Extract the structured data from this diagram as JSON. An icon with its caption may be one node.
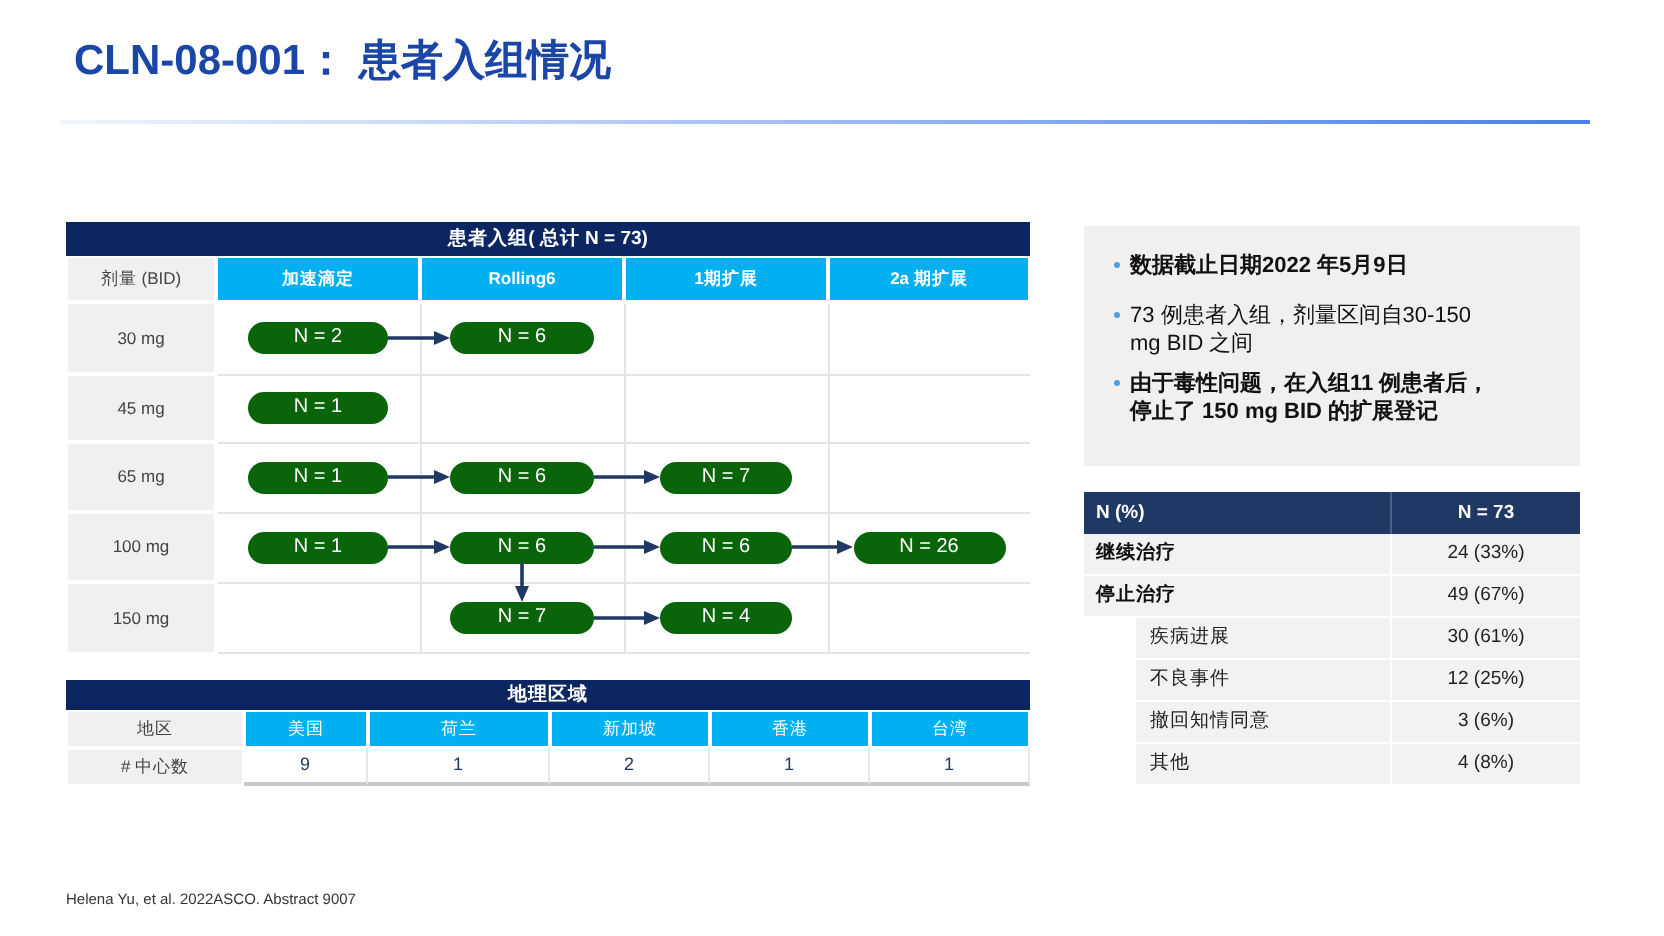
{
  "diagram": {
    "title": "CLN-08-001： 患者入组情况",
    "nodes": [
      {
        "text": [
          "N = 2"
        ]
      },
      {
        "text": [
          "N = 6"
        ]
      },
      {
        "text": [
          "N = 1"
        ]
      },
      {
        "text": [
          "N = 1"
        ]
      },
      {
        "text": [
          "N = 6"
        ]
      },
      {
        "text": [
          "N = 7"
        ]
      },
      {
        "text": [
          "N = 1"
        ]
      },
      {
        "text": [
          "N = 6"
        ]
      },
      {
        "text": [
          "N = 6"
        ]
      },
      {
        "text": [
          "N = 26"
        ]
      },
      {
        "text": [
          "N = 7"
        ]
      },
      {
        "text": [
          "N = 4"
        ]
      },
      {
        "text": [
          "数据截止日期2022 年5月9日",
          "73 例患者入组，剂量区间自30-150 mg BID 之间",
          "由于毒性问题，在入组11 例患者后，停止了 150 mg BID 的扩展登记"
        ]
      }
    ],
    "edges": [
      {
        "from": 0,
        "to": 1,
        "arrow": "to"
      },
      {
        "from": 3,
        "to": 4,
        "arrow": "to"
      },
      {
        "from": 4,
        "to": 5,
        "arrow": "to"
      },
      {
        "from": 6,
        "to": 7,
        "arrow": "to"
      },
      {
        "from": 7,
        "to": 8,
        "arrow": "to"
      },
      {
        "from": 8,
        "to": 9,
        "arrow": "to"
      },
      {
        "from": 7,
        "to": 10,
        "arrow": "to"
      },
      {
        "from": 10,
        "to": 11,
        "arrow": "to"
      }
    ],
    "labels": [
      "患者入组( 总计 N = 73)",
      "剂量 (BID)",
      "加速滴定",
      "Rolling6",
      "1期扩展",
      "2a 期扩展",
      "30 mg",
      "45 mg",
      "65 mg",
      "100 mg",
      "150 mg",
      "地理区域",
      "地区",
      "美国",
      "荷兰",
      "新加坡",
      "香港",
      "台湾",
      "# 中心数",
      "9",
      "1",
      "2",
      "1",
      "1",
      "N (%)",
      "N = 73",
      "继续治疗",
      "24 (33%)",
      "停止治疗",
      "49 (67%)",
      "疾病进展",
      "30 (61%)",
      "不良事件",
      "12 (25%)",
      "撤回知情同意",
      "3 (6%)",
      "其他",
      "4 (8%)",
      "Helena Yu, et al. 2022ASCO. Abstract 9007"
    ]
  }
}
